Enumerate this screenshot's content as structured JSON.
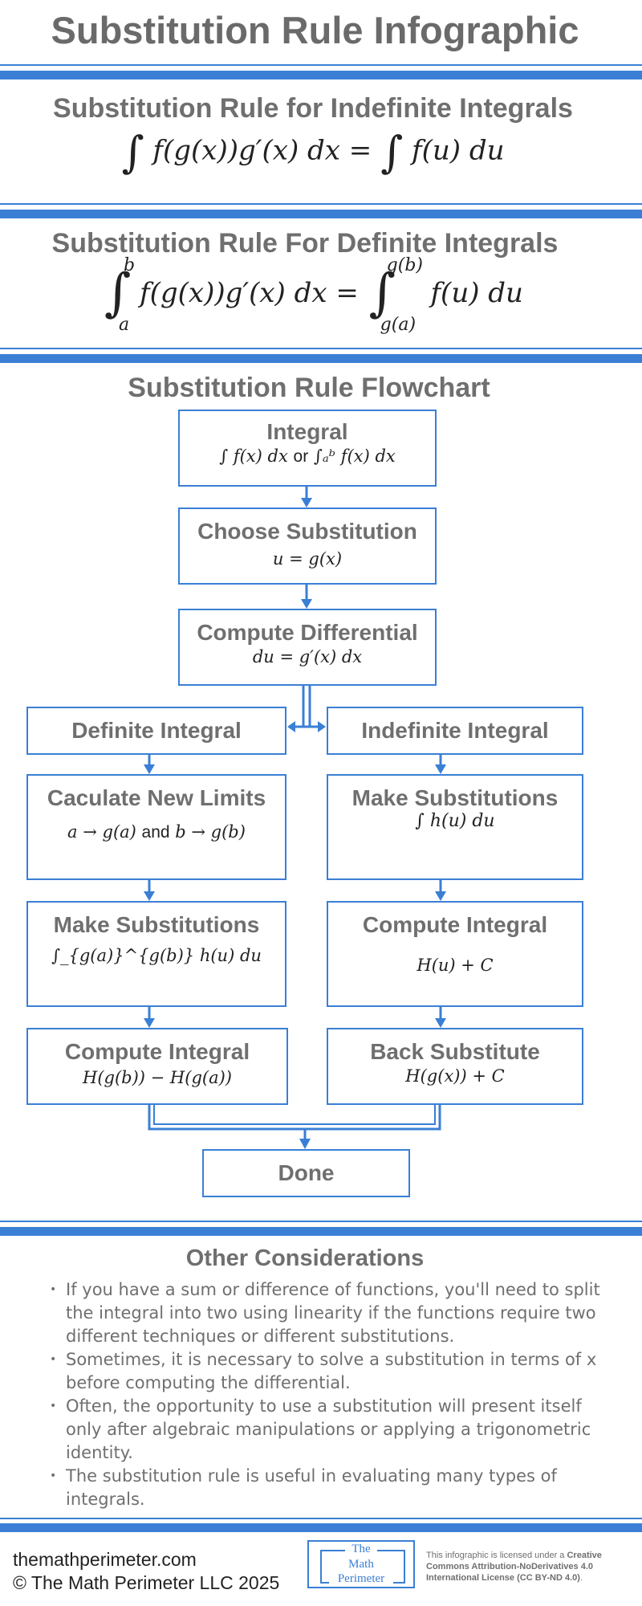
{
  "title": "Substitution Rule Infographic",
  "indefinite": {
    "heading": "Substitution Rule for Indefinite Integrals",
    "formula": "∫ f(g(x))g′(x) dx = ∫ f(u) du"
  },
  "definite": {
    "heading": "Substitution Rule For Definite Integrals",
    "formula": "∫ₐᵇ f(g(x))g′(x) dx = ∫_{g(a)}^{g(b)} f(u) du"
  },
  "flowchart": {
    "heading": "Substitution Rule Flowchart",
    "integral": {
      "title": "Integral",
      "math_a": "∫ f(x) dx",
      "or": "or",
      "math_b": "∫ₐᵇ f(x) dx"
    },
    "choose": {
      "title": "Choose Substitution",
      "math": "u = g(x)"
    },
    "differential": {
      "title": "Compute Differential",
      "math": "du = g′(x) dx"
    },
    "definite_branch": {
      "title": "Definite Integral",
      "limits": {
        "title": "Caculate New Limits",
        "math_a": "a → g(a)",
        "and": "and",
        "math_b": "b → g(b)"
      },
      "substitute": {
        "title": "Make Substitutions",
        "math": "∫_{g(a)}^{g(b)} h(u) du"
      },
      "compute": {
        "title": "Compute Integral",
        "math": "H(g(b)) − H(g(a))"
      }
    },
    "indefinite_branch": {
      "title": "Indefinite Integral",
      "substitute": {
        "title": "Make Substitutions",
        "math": "∫ h(u) du"
      },
      "compute": {
        "title": "Compute Integral",
        "math": "H(u) + C"
      },
      "back": {
        "title": "Back Substitute",
        "math": "H(g(x)) + C"
      }
    },
    "done": "Done"
  },
  "considerations": {
    "heading": "Other Considerations",
    "items": [
      "If you have a sum or difference of functions, you'll need to split the integral into two using linearity if the functions require two different techniques or different substitutions.",
      "Sometimes, it is necessary to solve a substitution in terms of x before computing the differential.",
      "Often, the opportunity to use a substitution will present itself only after algebraic manipulations or applying a trigonometric identity.",
      "The substitution rule is useful in evaluating many types of integrals."
    ]
  },
  "footer": {
    "site": "themathperimeter.com",
    "copyright": "© The Math Perimeter LLC 2025",
    "logo_lines": [
      "The",
      "Math",
      "Perimeter"
    ],
    "license_pre": "This infographic is licensed under a ",
    "license_name": "Creative Commons Attribution-NoDerivatives 4.0 International License (CC BY-ND 4.0)",
    "license_post": "."
  },
  "colors": {
    "accent": "#3a7fd5",
    "heading": "#6f6f6f",
    "math": "#222222"
  }
}
